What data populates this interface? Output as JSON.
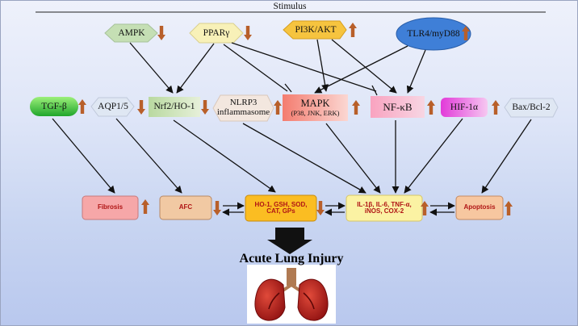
{
  "stimulus": "Stimulus",
  "outcome": "Acute Lung Injury",
  "nodes": {
    "ampk": "AMPK",
    "pparg": "PPARγ",
    "pi3k": "PI3K/AKT",
    "tlr4": "TLR4/myD88",
    "tgfb": "TGF-β",
    "aqp": "AQP1/5",
    "nrf2": "Nrf2/HO-1",
    "nlrp3_line1": "NLRP3",
    "nlrp3_line2": "inflammasome",
    "mapk": "MAPK",
    "mapk_sub": "(P38, JNK, ERK)",
    "nfkb": "NF-κB",
    "hif": "HIF-1α",
    "bax": "Bax/Bcl-2",
    "fibrosis": "Fibrosis",
    "afc": "AFC",
    "antiox_line1": "HO-1, GSH, SOD,",
    "antiox_line2": "CAT, GPs",
    "cyto_line1": "IL-1β, IL-6, TNF-α,",
    "cyto_line2": "iNOS, COX-2",
    "apoptosis": "Apoptosis"
  }
}
